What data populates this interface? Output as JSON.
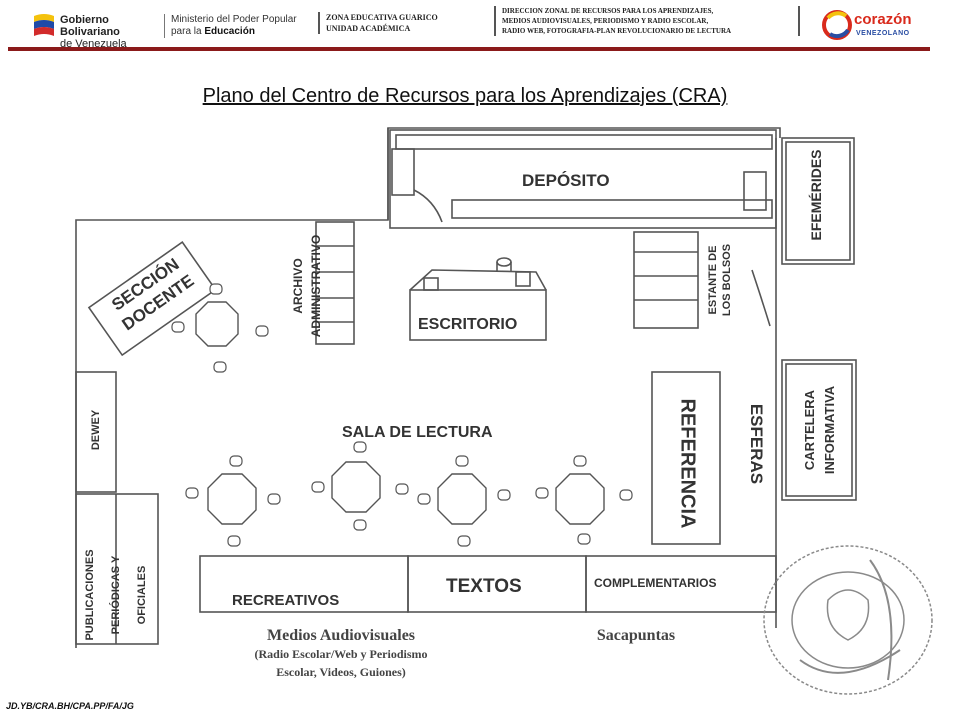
{
  "header": {
    "gob_line1": "Gobierno Bolivariano",
    "gob_line2": "de Venezuela",
    "ministry_line1": "Ministerio del Poder Popular",
    "ministry_line2_prefix": "para la",
    "ministry_line2_bold": "Educación",
    "zona_line1": "ZONA EDUCATIVA GUARICO",
    "zona_line2": "UNIDAD ACADÉMICA",
    "direccion_line1": "DIRECCION ZONAL DE RECURSOS PARA LOS APRENDIZAJES,",
    "direccion_line2": "MEDIOS AUDIOVISUALES, PERIODISMO Y RADIO ESCOLAR,",
    "direccion_line3": "RADIO WEB, FOTOGRAFIA-PLAN REVOLUCIONARIO DE LECTURA",
    "logo_word": "corazón",
    "logo_sub": "VENEZOLANO"
  },
  "title": "Plano del Centro de Recursos para los Aprendizajes (CRA)",
  "plan": {
    "deposito": "DEPÓSITO",
    "efemerides": "EFEMÉRIDES",
    "seccion_docente_line1": "SECCIÓN",
    "seccion_docente_line2": "DOCENTE",
    "archivo_line1": "ARCHIVO",
    "archivo_line2": "ADMINISTRATIVO",
    "escritorio": "ESCRITORIO",
    "estante_line1": "ESTANTE DE",
    "estante_line2": "LOS BOLSOS",
    "cartelera_line1": "CARTELERA",
    "cartelera_line2": "INFORMATIVA",
    "dewey": "DEWEY",
    "sala_lectura": "SALA DE LECTURA",
    "referencia": "REFERENCIA",
    "esferas": "ESFERAS",
    "publicaciones_line1": "PUBLICACIONES",
    "publicaciones_line2": "PERIÓDICAS Y",
    "publicaciones_line3": "OFICIALES",
    "recreativos": "RECREATIVOS",
    "textos": "TEXTOS",
    "complementarios": "COMPLEMENTARIOS",
    "medios_line1": "Medios Audiovisuales",
    "medios_line2": "(Radio Escolar/Web y Periodismo",
    "medios_line3": "Escolar, Videos, Guiones)",
    "sacapuntas": "Sacapuntas"
  },
  "footer_code": "JD.YB/CRA.BH/CPA.PP/FA/JG",
  "colors": {
    "header_rule": "#8b1a1a",
    "logo_red": "#d92a1c",
    "logo_blue": "#2a4ea3",
    "ink": "#333333"
  }
}
